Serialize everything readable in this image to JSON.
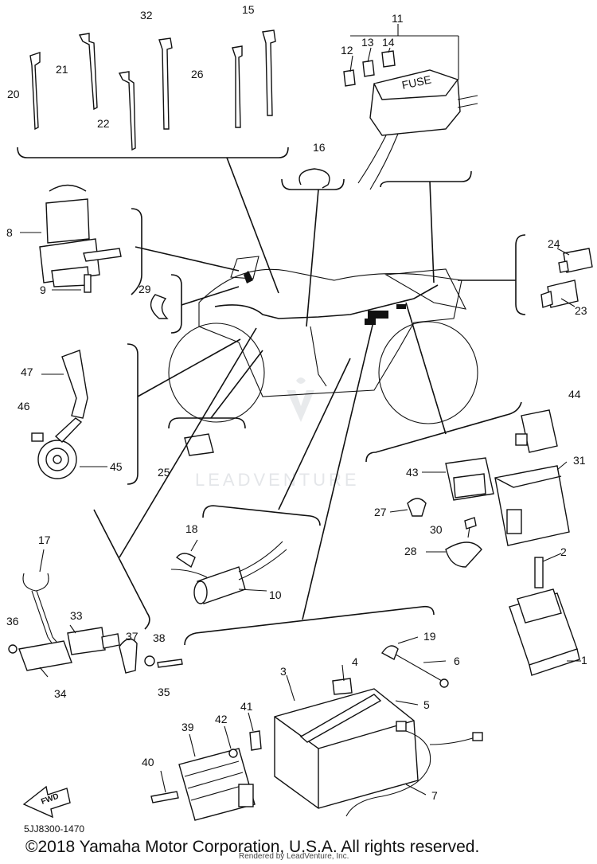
{
  "callouts": [
    "1",
    "2",
    "3",
    "4",
    "5",
    "6",
    "7",
    "8",
    "9",
    "10",
    "11",
    "12",
    "13",
    "14",
    "15",
    "16",
    "17",
    "18",
    "19",
    "20",
    "21",
    "22",
    "23",
    "24",
    "25",
    "26",
    "27",
    "28",
    "29",
    "30",
    "31",
    "32",
    "33",
    "34",
    "35",
    "36",
    "37",
    "38",
    "39",
    "40",
    "41",
    "42",
    "43",
    "44",
    "45",
    "46",
    "47"
  ],
  "fuse_label": "FUSE",
  "fwd_label": "FWD",
  "watermark": "LEADVENTURE",
  "diagram_code": "5JJ8300-1470",
  "copyright": "©2018 Yamaha Motor Corporation, U.S.A. All rights reserved.",
  "rendered_by": "Rendered by LeadVenture, Inc."
}
